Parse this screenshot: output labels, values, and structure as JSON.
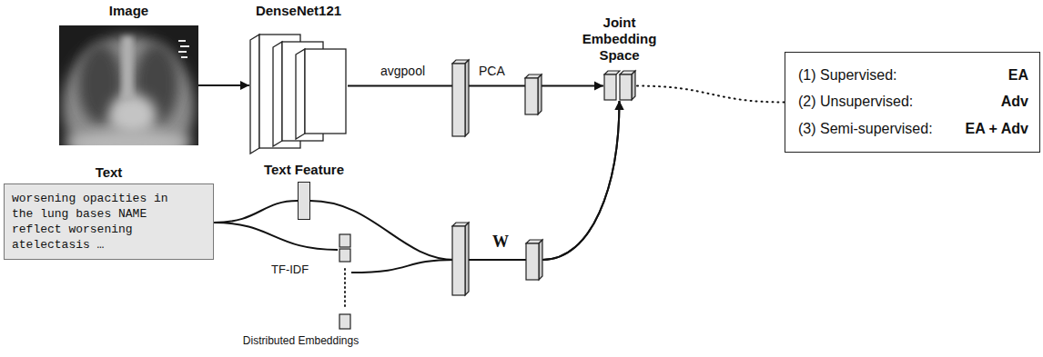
{
  "diagram": {
    "nodes": [
      {
        "text": [
          "Image"
        ]
      },
      {
        "text": [
          "DenseNet121"
        ]
      },
      {
        "text": [
          "Joint Embedding Space"
        ]
      },
      {
        "text": [
          "(1) Supervised:",
          "EA",
          "(2) Unsupervised:",
          "Adv",
          "(3) Semi-supervised:",
          "EA + Adv"
        ]
      },
      {
        "text": [
          "Text",
          "worsening opacities in the lung bases NAME reflect worsening atelectasis …"
        ]
      },
      {
        "text": [
          "Text Feature"
        ]
      },
      {
        "text": [
          "Distributed Embeddings"
        ]
      }
    ],
    "edges": [
      {
        "from": 0,
        "to": 1,
        "arrow": "to"
      },
      {
        "from": 1,
        "to": 2,
        "arrow": "to"
      },
      {
        "from": 2,
        "to": 3,
        "arrow": "none"
      },
      {
        "from": 4,
        "to": 5,
        "arrow": "none"
      },
      {
        "from": 4,
        "to": 6,
        "arrow": "none"
      },
      {
        "from": 5,
        "to": 2,
        "arrow": "to"
      },
      {
        "from": 6,
        "to": 2,
        "arrow": "to"
      }
    ],
    "labels": [
      "avgpool",
      "PCA",
      "W",
      "TF-IDF"
    ]
  }
}
